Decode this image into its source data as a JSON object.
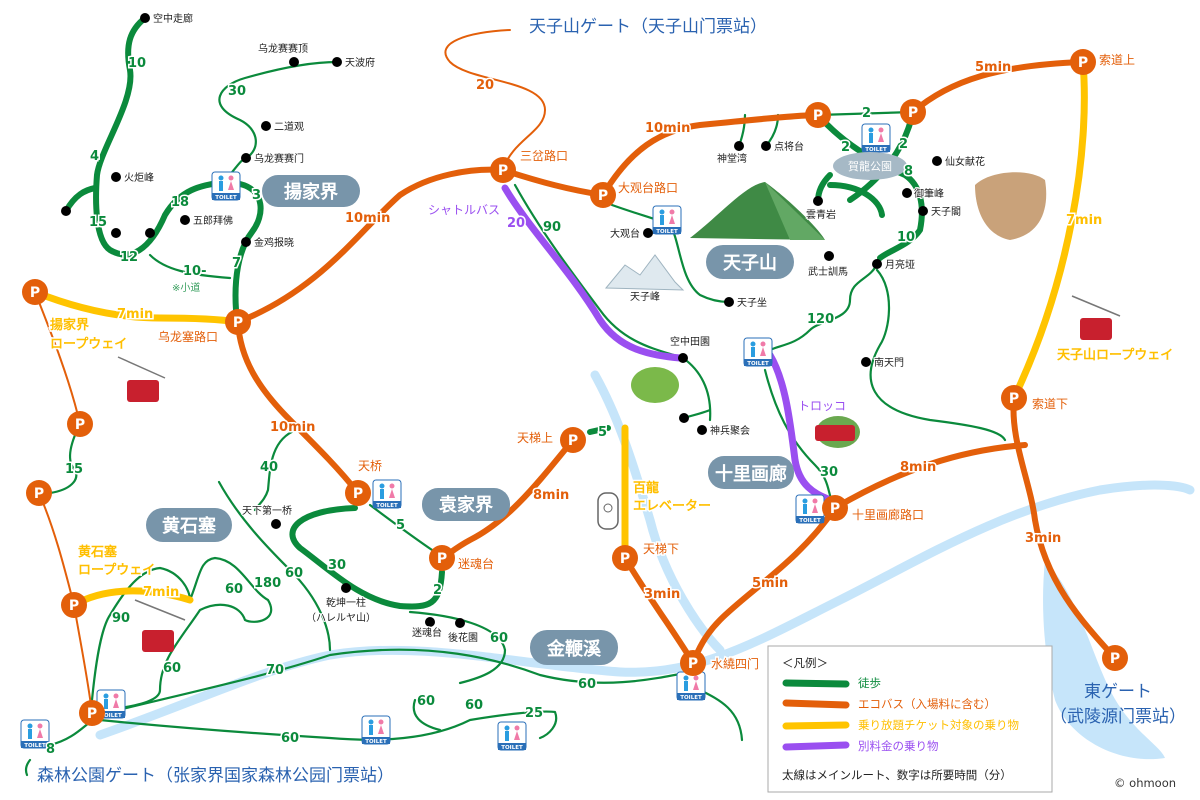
{
  "gates": {
    "tianzishan": "天子山ゲート（天子山门票站）",
    "forest": "森林公園ゲート（张家界国家森林公园门票站）",
    "east_line1": "東ゲート",
    "east_line2": "（武陵源门票站）"
  },
  "areas": [
    "揚家界",
    "天子山",
    "袁家界",
    "黄石塞",
    "十里画廊",
    "金鞭溪"
  ],
  "parking_letter": "P",
  "toilet_label": "TOILET",
  "bus_stops": [
    "乌龙塞路口",
    "三岔路口",
    "大观台路口",
    "索道上",
    "索道下",
    "十里画廊路口",
    "水繞四门",
    "天梯下",
    "天梯上",
    "迷魂台",
    "天桥"
  ],
  "bus_times": [
    "10min",
    "20",
    "10min",
    "5min",
    "3min",
    "8min",
    "5min",
    "3min",
    "8min",
    "10min"
  ],
  "rides": {
    "yangjiajie_ropeway_time": "7min",
    "yangjiajie_ropeway_line1": "揚家界",
    "yangjiajie_ropeway_line2": "ロープウェイ",
    "tianzishan_ropeway_time": "7min",
    "tianzishan_ropeway": "天子山ロープウェイ",
    "huangshizhai_ropeway_line1": "黄石塞",
    "huangshizhai_ropeway_line2": "ロープウェイ",
    "huangshizhai_ropeway_time": "7min",
    "elevator_line1": "百龍",
    "elevator_line2": "エレベーター",
    "shuttle": "シャトルバス",
    "shuttle_time": "20",
    "trolley": "トロッコ"
  },
  "walk_times": [
    "10",
    "4",
    "15",
    "12",
    "18",
    "3",
    "7",
    "10-",
    "30",
    "2",
    "2",
    "2",
    "8",
    "10",
    "120",
    "90",
    "30",
    "5",
    "40",
    "5",
    "30",
    "2",
    "60",
    "180",
    "60",
    "90",
    "60",
    "70",
    "60",
    "60",
    "60",
    "60",
    "60",
    "25",
    "8",
    "15"
  ],
  "shortcut_note": "※小道",
  "spots": [
    "空中走廊",
    "乌龙赛赛顶",
    "天波府",
    "二道观",
    "乌龙赛赛门",
    "火炬峰",
    "五郎拜佛",
    "金鸡报晓",
    "神堂湾",
    "点将台",
    "仙女献花",
    "御筆峰",
    "天子閣",
    "雲青岩",
    "武士訓馬",
    "月亮垭",
    "大观台",
    "天子峰",
    "天子坐",
    "空中田園",
    "神兵聚会",
    "南天門",
    "天下第一桥",
    "乾坤一柱",
    "（ハレルヤ山）",
    "迷魂台",
    "後花園",
    "賀龍公園"
  ],
  "legend": {
    "title": "＜凡例＞",
    "items": [
      {
        "label": "徒歩",
        "color": "#0b8a3c"
      },
      {
        "label": "エコバス（入場料に含む）",
        "color": "#e35f0a"
      },
      {
        "label": "乗り放題チケット対象の乗り物",
        "color": "#ffc400"
      },
      {
        "label": "別料金の乗り物",
        "color": "#9a4ff0"
      }
    ],
    "note": "太線はメインルート、数字は所要時間（分）"
  },
  "copyright": "© ohmoon"
}
